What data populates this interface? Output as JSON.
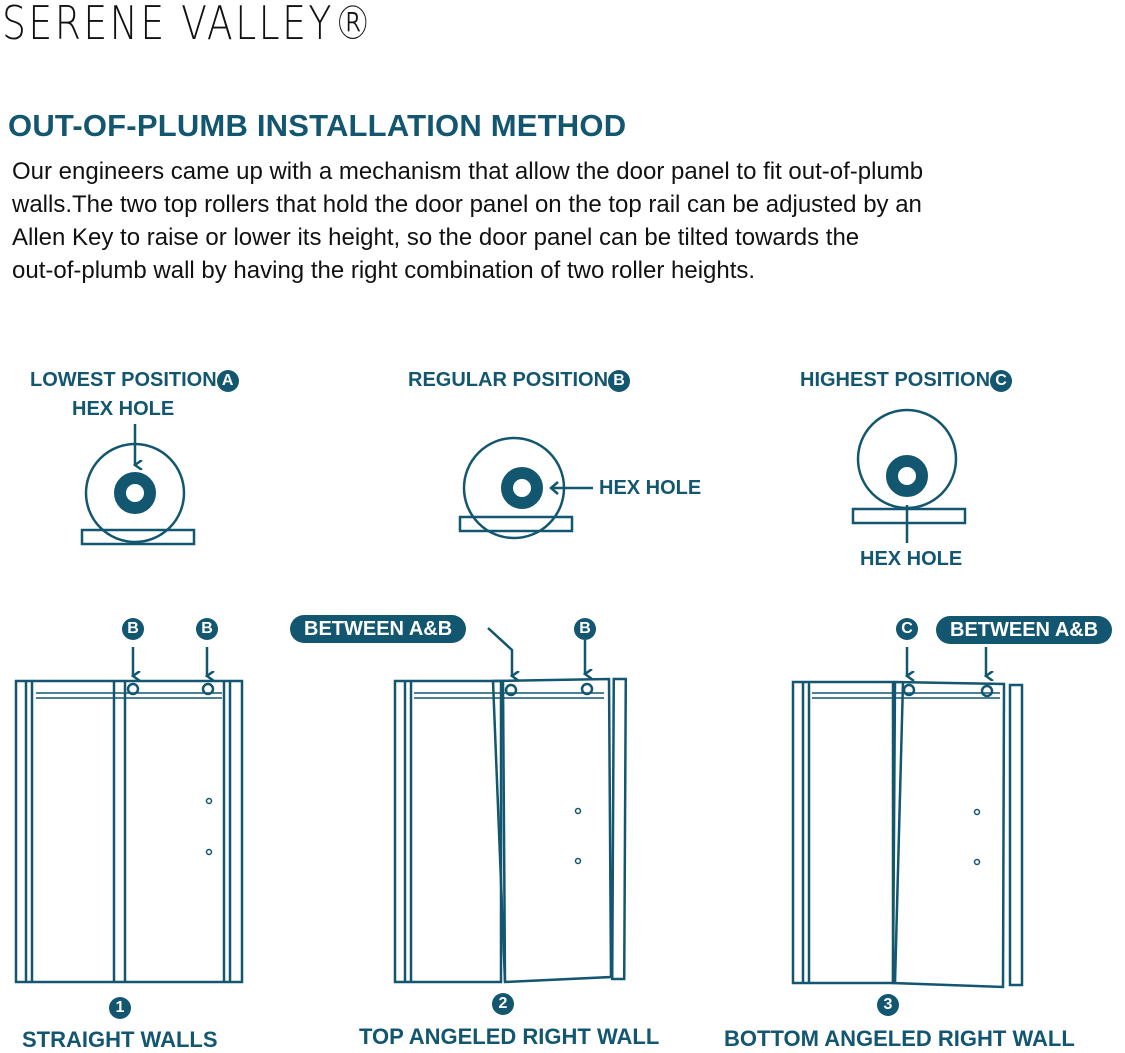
{
  "brand": {
    "name": "SERENE VALLEY®"
  },
  "header": {
    "title": "OUT-OF-PLUMB INSTALLATION METHOD"
  },
  "description": {
    "lines": [
      "Our engineers came up with a mechanism that allow the door panel to fit out-of-plumb",
      "walls.The two top rollers that hold the door panel on the top rail can be adjusted by an",
      "Allen Key to raise or lower its height, so the door panel can be tilted towards the",
      "out-of-plumb wall by having the right combination of two roller heights."
    ]
  },
  "positions": [
    {
      "label": "LOWEST POSITION",
      "badge": "A",
      "hex_label": "HEX HOLE"
    },
    {
      "label": "REGULAR POSITION",
      "badge": "B",
      "hex_label": "HEX HOLE"
    },
    {
      "label": "HIGHEST POSITION",
      "badge": "C",
      "hex_label": "HEX HOLE"
    }
  ],
  "scenarios": [
    {
      "number": "1",
      "caption": "STRAIGHT WALLS",
      "left_roller": "B",
      "right_roller": "B"
    },
    {
      "number": "2",
      "caption": "TOP ANGELED RIGHT WALL",
      "left_roller": "BETWEEN A&B",
      "right_roller": "B"
    },
    {
      "number": "3",
      "caption": "BOTTOM ANGELED RIGHT WALL",
      "left_roller": "C",
      "right_roller": "BETWEEN A&B"
    }
  ],
  "colors": {
    "accent": "#135670",
    "text": "#111111"
  }
}
